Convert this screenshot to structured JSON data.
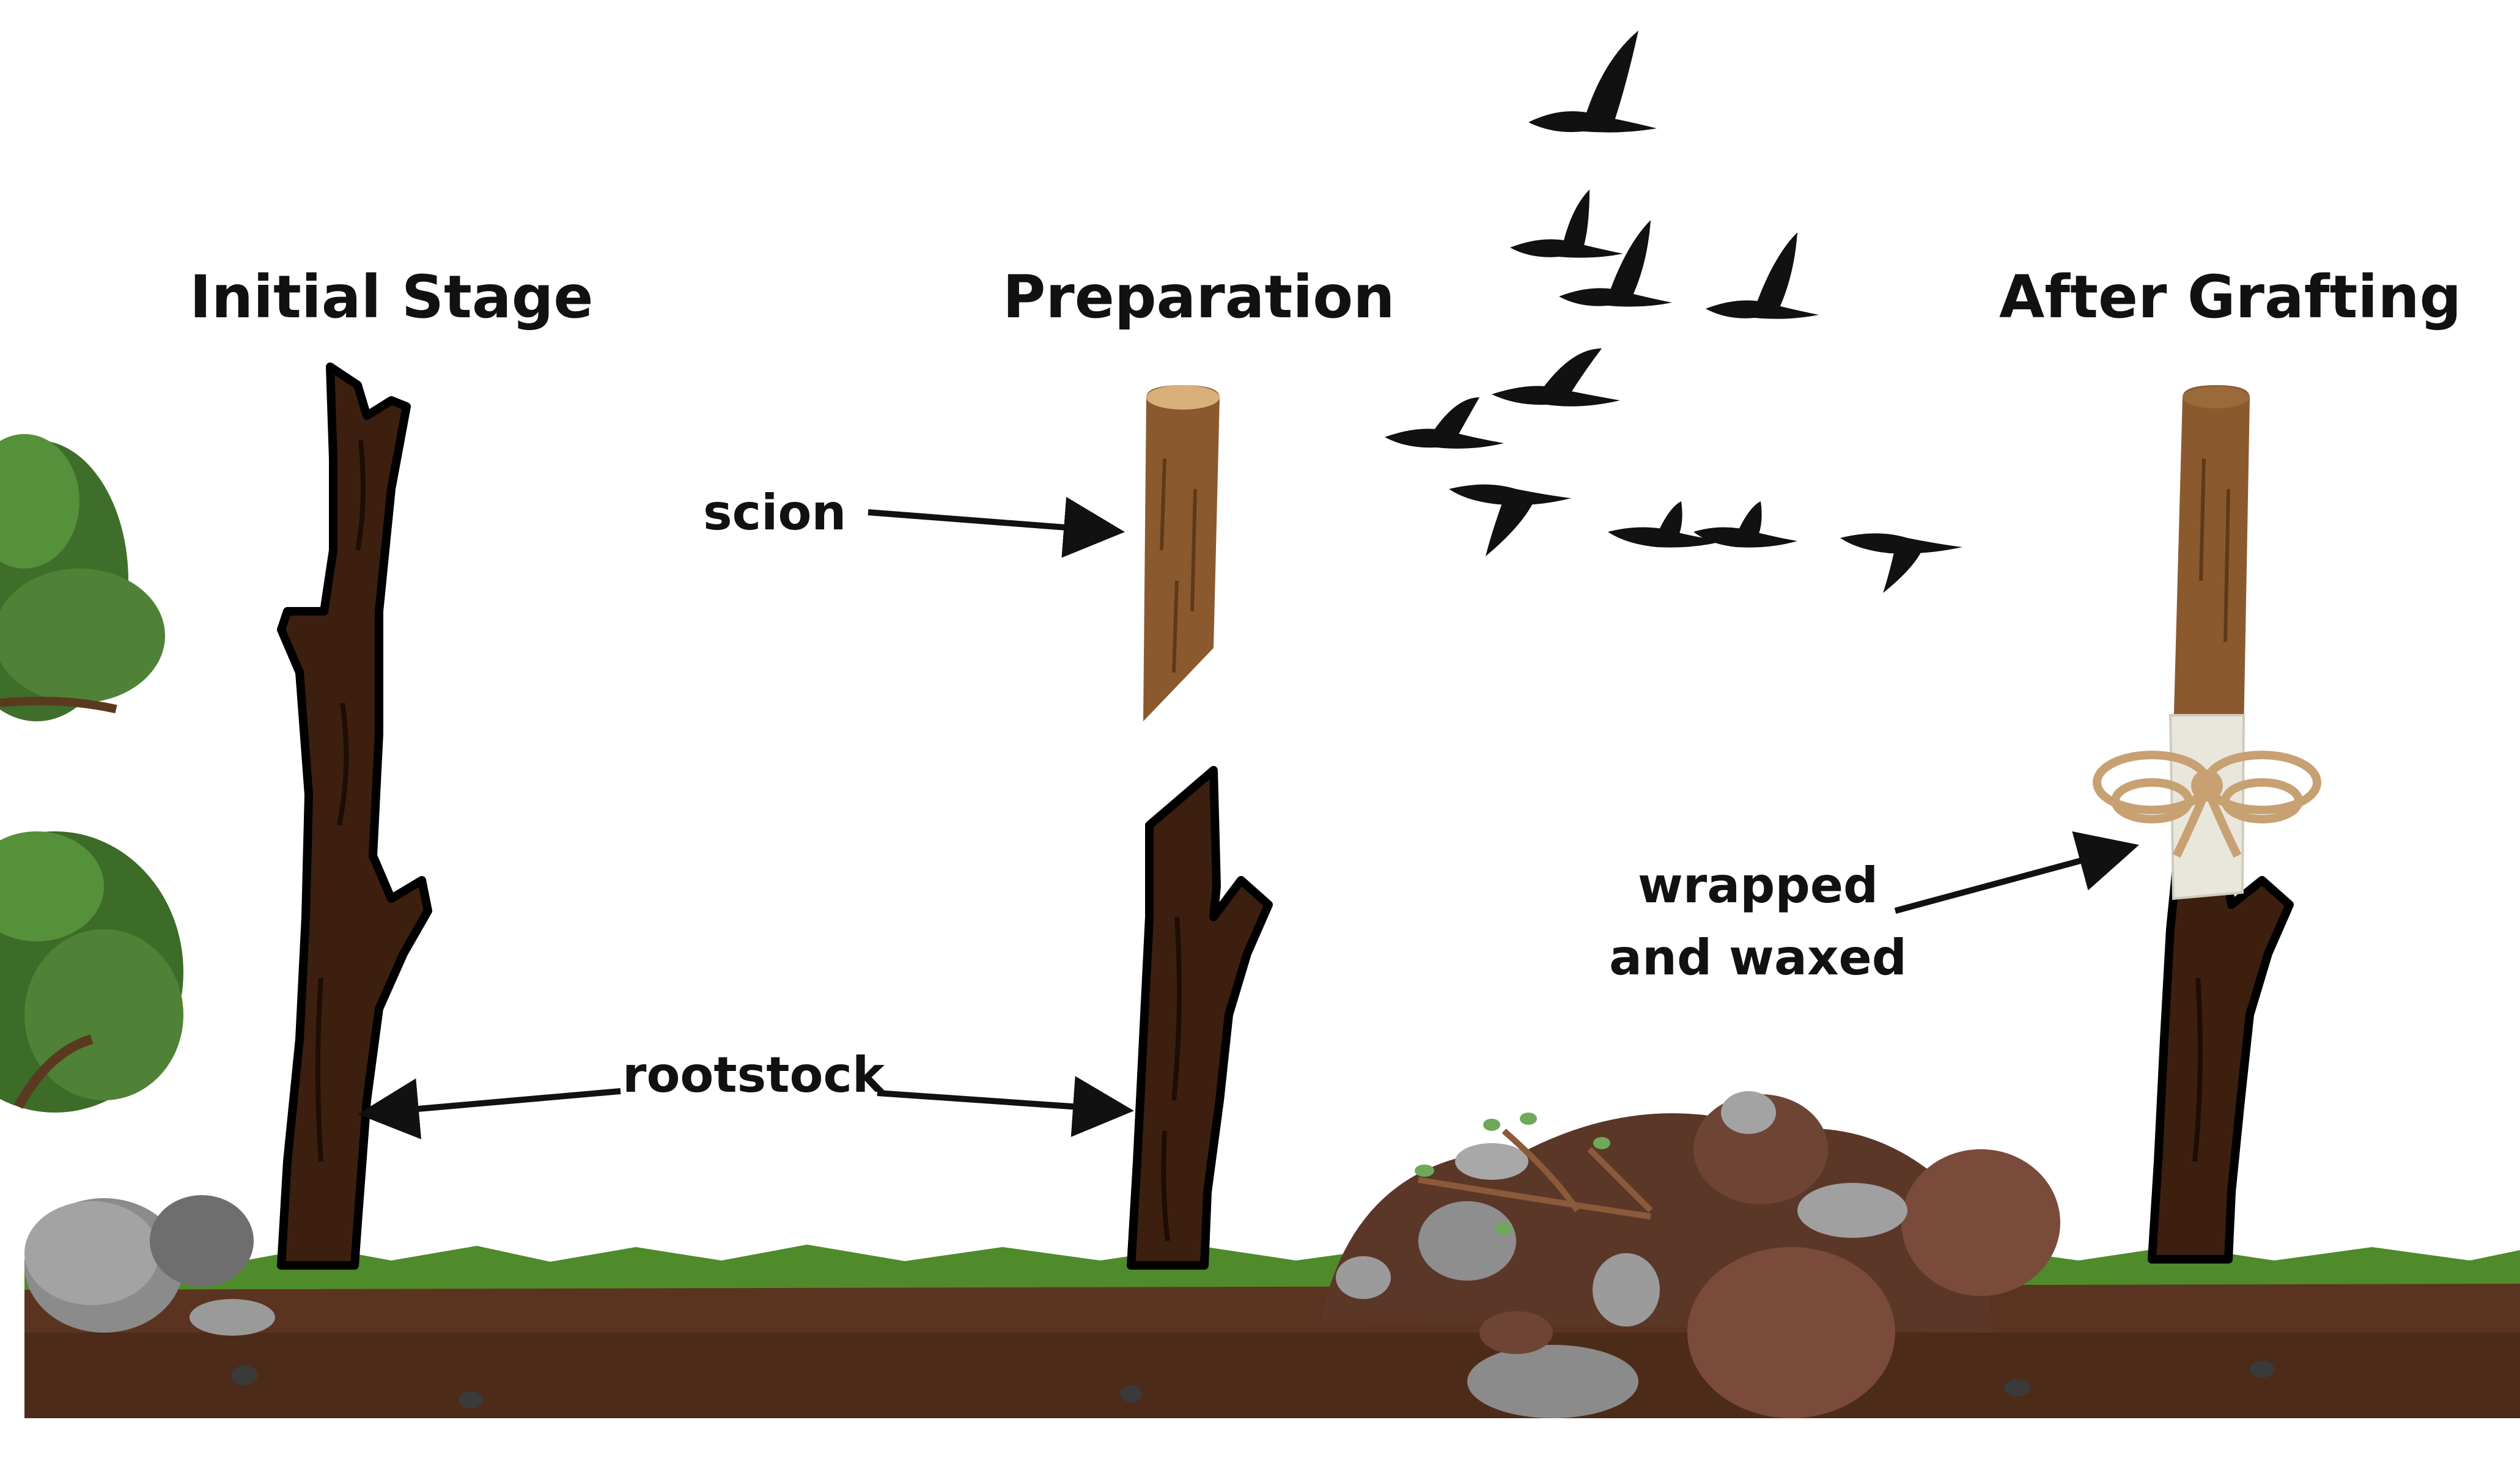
{
  "stages": {
    "initial": "Initial Stage",
    "preparation": "Preparation",
    "after": "After Grafting"
  },
  "labels": {
    "scion": "scion",
    "rootstock": "rootstock",
    "wrapped_line1": "wrapped",
    "wrapped_line2": "and waxed"
  },
  "colors": {
    "rootstock_bark": "#3d1f0f",
    "scion_bark": "#8a5a2e",
    "grass": "#4f8a2b",
    "soil": "#5a3420",
    "wrap": "#e9e6dc",
    "twine": "#c8a172"
  }
}
